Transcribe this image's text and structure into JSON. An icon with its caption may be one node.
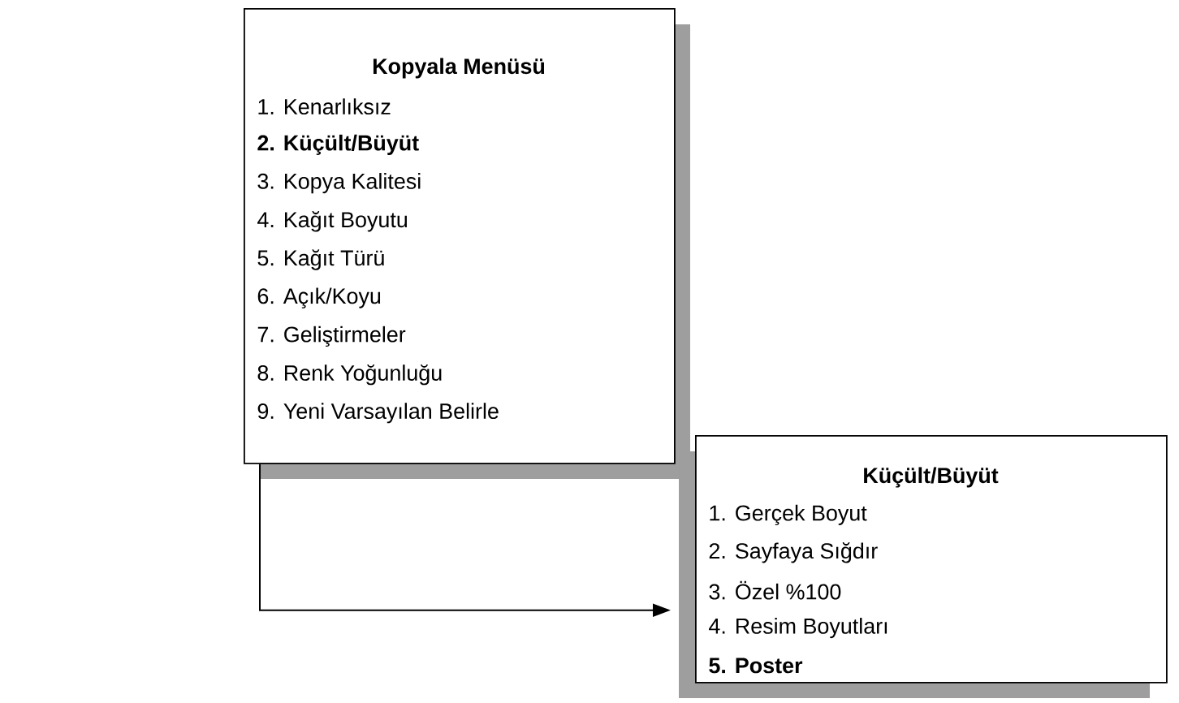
{
  "diagram": {
    "nodes": [
      {
        "text": [
          "Kopyala Menüsü",
          "1. Kenarlıksız",
          "**2. Küçült/Büyüt**",
          "3. Kopya Kalitesi",
          "4. Kağıt Boyutu",
          "5. Kağıt Türü",
          "6. Açık/Koyu",
          "7. Geliştirmeler",
          "8. Renk Yoğunluğu",
          "9. Yeni Varsayılan Belirle"
        ]
      },
      {
        "text": [
          "Küçült/Büyüt",
          "1. Gerçek Boyut",
          "2. Sayfaya Sığdır",
          "3. Özel %100",
          "4. Resim Boyutları",
          "**5. Poster**"
        ]
      }
    ],
    "edges": [
      {
        "from": 0,
        "to": 1,
        "arrow": "to"
      }
    ]
  }
}
